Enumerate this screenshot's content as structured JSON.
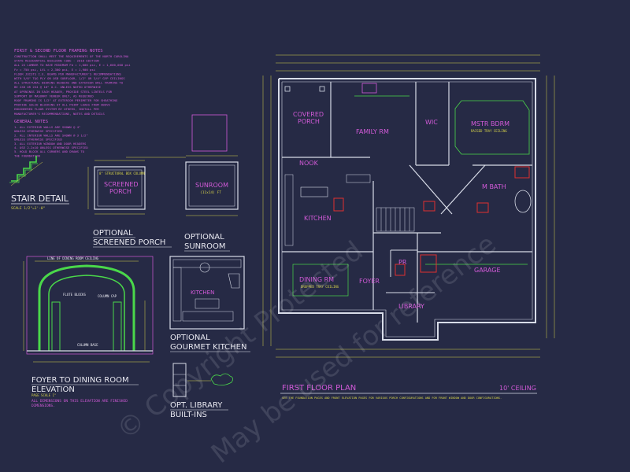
{
  "colors": {
    "background": "#262a45",
    "wall": "#d8dce8",
    "dimension": "#d6d24a",
    "label": "#d25ad8",
    "green": "#4ad84a",
    "red": "#e03030",
    "cyan": "#4ad0d8",
    "white": "#e8e8f0"
  },
  "framing_notes": {
    "title": "FIRST & SECOND FLOOR FRAMING NOTES",
    "lines": [
      "CONSTRUCTION SHALL MEET THE REQUIREMENTS OF THE NORTH CAROLINA",
      "STATE RESIDENTIAL BUILDING CODE - 2018 EDITION",
      "ALL 2X LUMBER TO HAVE MINIMUM Fb = 1,000 psi, E = 1,600,000 psi",
      "Fv = 750 psi, LVL = 2,300 psi, E = 1,900 psi",
      "FLOOR JOISTS I.E. BEAMS PER MANUFACTURER'S RECOMMENDATIONS",
      "WITH 5/8\" T&G PLY OR OSB SUBFLOOR, 1/2\" OR 3/4\" GYP CEILINGS",
      "ALL STRUCTURAL BEARING HEADERS AND EXTERIOR WALL FRAMING TO",
      "BE 2X6 OR 2X4 @ 16\" O.C. UNLESS NOTED OTHERWISE",
      "AT OPENINGS IN EACH HEADER, PROVIDE STEEL LINTELS FOR",
      "SUPPORT OF MASONRY VENEER ONLY, AS REQUIRED",
      "ROOF FRAMING IS 1/2\" AT EXTERIOR PERIMETER FOR SHEATHING",
      "PROVIDE SOLID BLOCKING AT ALL POINT LOADS FROM ABOVE",
      "ENGINEERED FLOOR SYSTEM BY OTHERS, INSTALL PER",
      "MANUFACTURER'S RECOMMENDATIONS, NOTES AND DETAILS"
    ]
  },
  "general_notes": {
    "title": "GENERAL NOTES",
    "lines": [
      "1. ALL EXTERIOR WALLS ARE SHOWN @ 4\"",
      "   UNLESS OTHERWISE SPECIFIED",
      "2. ALL INTERIOR WALLS ARE SHOWN @ 3 1/2\"",
      "   UNLESS OTHERWISE SPECIFIED",
      "3. ALL EXTERIOR WINDOW AND DOOR HEADERS",
      "4. USE 2-2x10 UNLESS OTHERWISE SPECIFIED",
      "5. HOLD BLOCK ALL CORNERS AND DRAWS TO",
      "   THE FOUNDATION"
    ]
  },
  "stair_detail": {
    "title": "STAIR DETAIL",
    "scale": "SCALE 1/2\"=1'-0\""
  },
  "screened_porch": {
    "room": "SCREENED",
    "room2": "PORCH",
    "caption1": "OPTIONAL",
    "caption2": "SCREENED PORCH",
    "note": "8\" STRUCTURAL BOX COLUMN"
  },
  "sunroom": {
    "room": "SUNROOM",
    "size": "(11x14) FT",
    "caption1": "OPTIONAL",
    "caption2": "SUNROOM"
  },
  "gourmet_kitchen": {
    "room": "KITCHEN",
    "caption1": "OPTIONAL",
    "caption2": "GOURMET KITCHEN"
  },
  "foyer_elevation": {
    "caption1": "FOYER TO DINING ROOM",
    "caption2": "ELEVATION",
    "scale": "PAGE SCALE 1\"",
    "note1": "ALL DIMENSIONS ON THIS ELEVATION ARE FINISHED",
    "note2": "DIMENSIONS.",
    "top_label": "LINE OF DINING ROOM CEILING",
    "arch_label": "FLUTE BLOCKS",
    "col_label": "COLUMN CAP",
    "col_base": "COLUMN BASE"
  },
  "library_builtins": {
    "caption1": "OPT. LIBRARY",
    "caption2": "BUILT-INS"
  },
  "floor_plan": {
    "title": "FIRST FLOOR PLAN",
    "ceiling": "10' CEILING",
    "note": "SEE THE FOUNDATION PAGES AND FRONT ELEVATION PAGES FOR VARIOUS PORCH CONFIGURATIONS AND FOR FRONT WINDOW AND DOOR CONFIGURATIONS.",
    "rooms": {
      "covered_porch1": "COVERED",
      "covered_porch2": "PORCH",
      "family": "FAMILY RM",
      "wic": "WIC",
      "master1": "MSTR BDRM",
      "master_note": "RAISED TRAY CEILING",
      "nook": "NOOK",
      "mbath": "M BATH",
      "kitchen": "KITCHEN",
      "pr": "PR",
      "foyer": "FOYER",
      "dining": "DINING RM",
      "dining_note": "DROPPED TRAY CEILING",
      "garage": "GARAGE",
      "library": "LIBRARY"
    }
  },
  "watermark": {
    "line1": "© Copyright Protected",
    "line2": "May be used for reference"
  }
}
